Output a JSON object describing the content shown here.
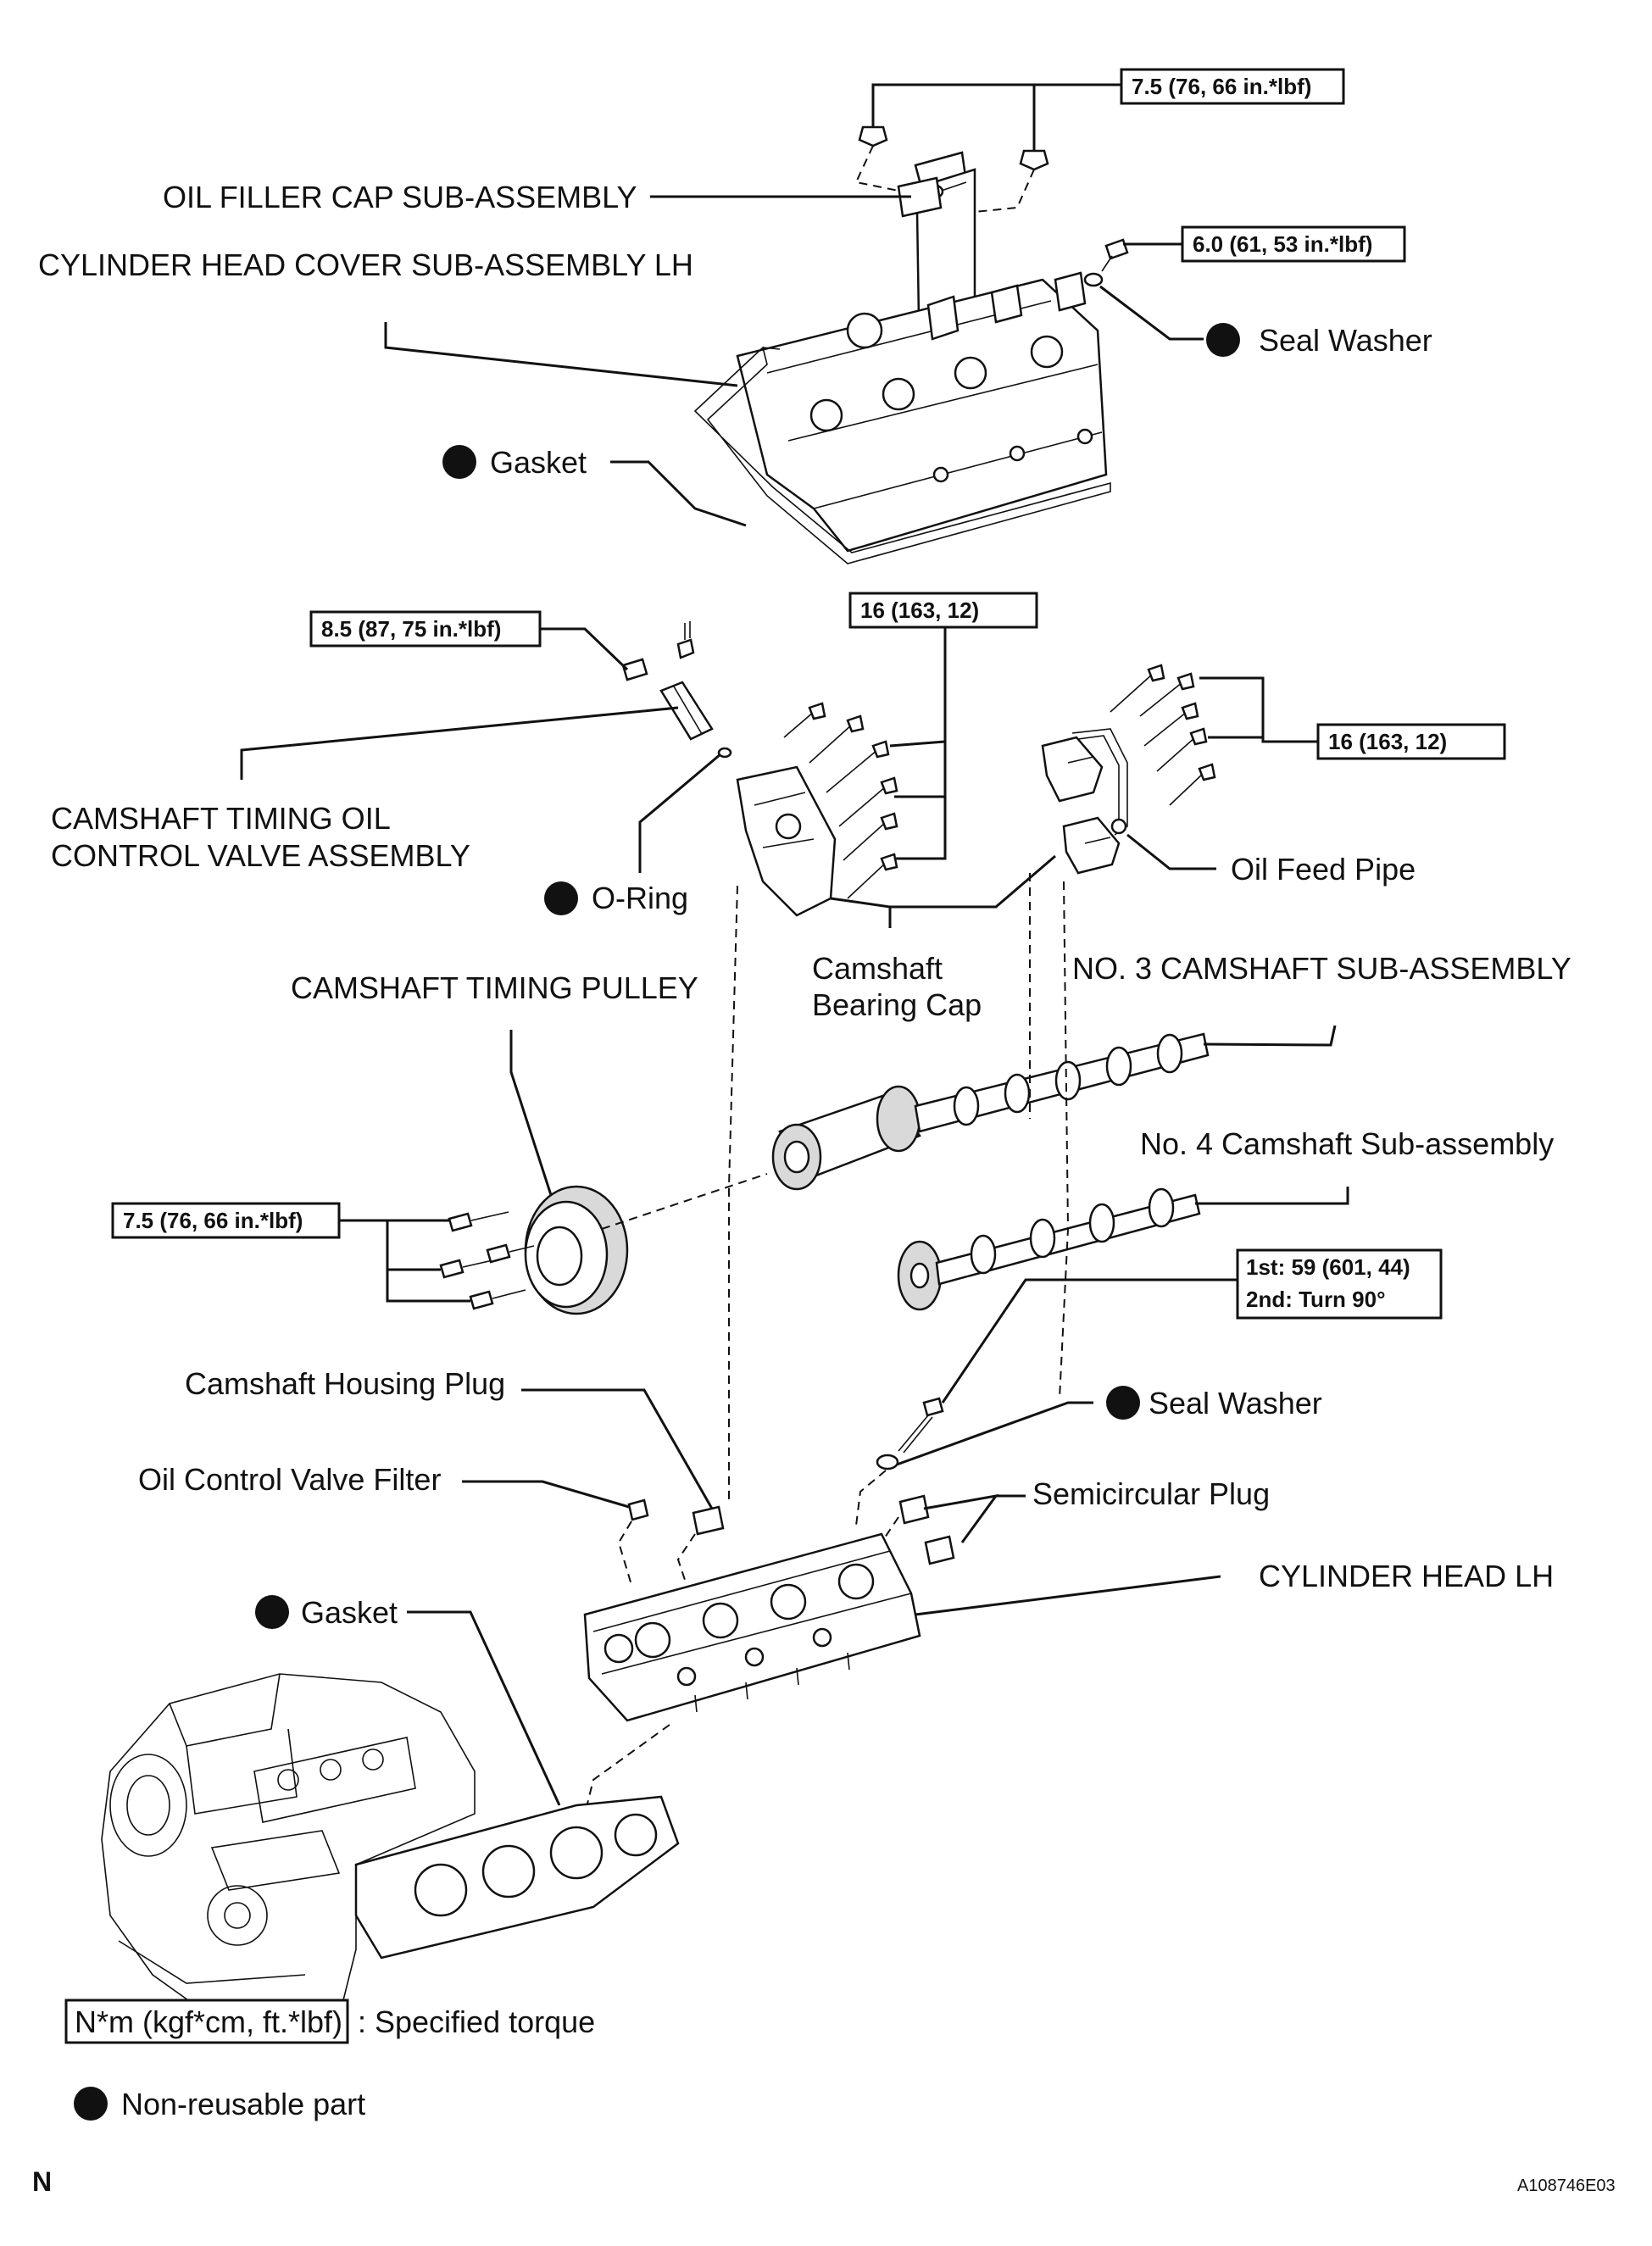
{
  "labels": {
    "oil_filler_cap": "OIL FILLER CAP SUB-ASSEMBLY",
    "cylinder_head_cover": "CYLINDER HEAD COVER SUB-ASSEMBLY LH",
    "seal_washer_top": "Seal Washer",
    "gasket_cover": "Gasket",
    "camshaft_timing_ocv": [
      "CAMSHAFT TIMING OIL",
      "CONTROL VALVE ASSEMBLY"
    ],
    "o_ring": "O-Ring",
    "oil_feed_pipe": "Oil Feed Pipe",
    "camshaft_bearing_cap": [
      "Camshaft",
      "Bearing Cap"
    ],
    "no3_camshaft": "NO. 3 CAMSHAFT SUB-ASSEMBLY",
    "camshaft_timing_pulley": "CAMSHAFT TIMING PULLEY",
    "no4_camshaft": "No. 4 Camshaft Sub-assembly",
    "camshaft_housing_plug": "Camshaft Housing Plug",
    "seal_washer_bottom": "Seal Washer",
    "oil_control_valve_filter": "Oil Control Valve Filter",
    "semicircular_plug": "Semicircular Plug",
    "cylinder_head_lh": "CYLINDER HEAD LH",
    "gasket_head": "Gasket"
  },
  "torques": {
    "cap_nuts": "7.5 (76, 66 in.*lbf)",
    "cover_bolt": "6.0 (61, 53 in.*lbf)",
    "ocv_bolt": "8.5 (87, 75 in.*lbf)",
    "bearing_cap_front": "16 (163, 12)",
    "bearing_cap_rear": "16 (163, 12)",
    "pulley_bolts": "7.5 (76, 66 in.*lbf)",
    "head_bolt": [
      "1st: 59 (601, 44)",
      "2nd: Turn 90°"
    ]
  },
  "legend": {
    "torque_unit": "N*m (kgf*cm, ft.*lbf)",
    "torque_text": ": Specified torque",
    "non_reusable": "Non-reusable part"
  },
  "footer": {
    "left": "N",
    "right": "A108746E03"
  }
}
